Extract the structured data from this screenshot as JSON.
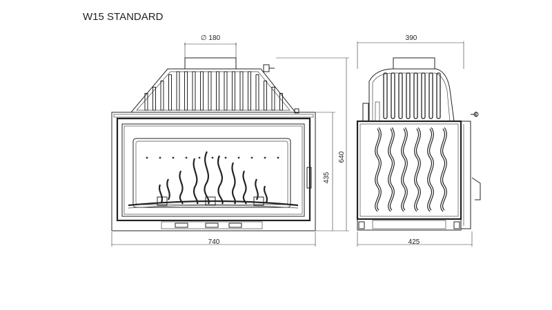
{
  "title": "W15 STANDARD",
  "dimensions": {
    "flue_diameter": "180",
    "front_width": "740",
    "front_height_total": "640",
    "front_height_body": "435",
    "side_top_depth": "390",
    "side_bottom_depth": "425"
  }
}
